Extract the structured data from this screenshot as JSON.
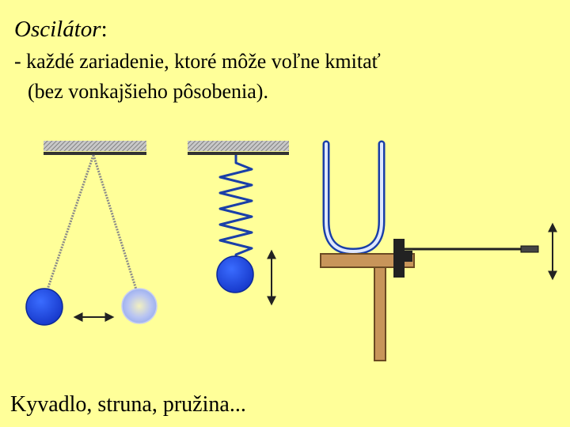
{
  "slide": {
    "title_term": "Oscilátor",
    "title_colon": ":",
    "definition_line1": "- každé zariadenie, ktoré môže voľne kmitať",
    "definition_line2": "(bez vonkajšieho pôsobenia).",
    "caption": "Kyvadlo, struna, pružina..."
  },
  "illustrations": [
    {
      "name": "pendulum",
      "motion": "horizontal"
    },
    {
      "name": "spring-oscillator",
      "motion": "vertical"
    },
    {
      "name": "tuning-fork-with-string",
      "motion": "vertical"
    }
  ],
  "colors": {
    "background": "#ffff99",
    "bob_blue": "#1f4fe0",
    "spring_blue": "#1a3fa8",
    "wood": "#c8955a",
    "ceiling_gray": "#8c8c8c"
  }
}
